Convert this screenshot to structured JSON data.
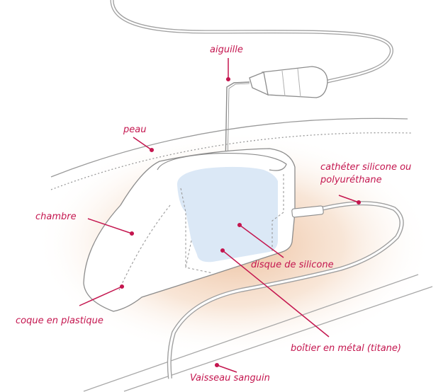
{
  "labels": {
    "aiguille": "aiguille",
    "peau": "peau",
    "catheter_line1": "cathéter silicone ou",
    "catheter_line2": "polyuréthane",
    "chambre": "chambre",
    "disque": "disque de silicone",
    "coque": "coque en plastique",
    "boitier": "boîtier en métal (titane)",
    "vaisseau": "Vaisseau sanguin"
  },
  "colors": {
    "label": "#c4164f",
    "outline": "#9a9a9a",
    "silicone_disc": "#dbe8f6",
    "tissue_glow": "#e9b28a"
  }
}
